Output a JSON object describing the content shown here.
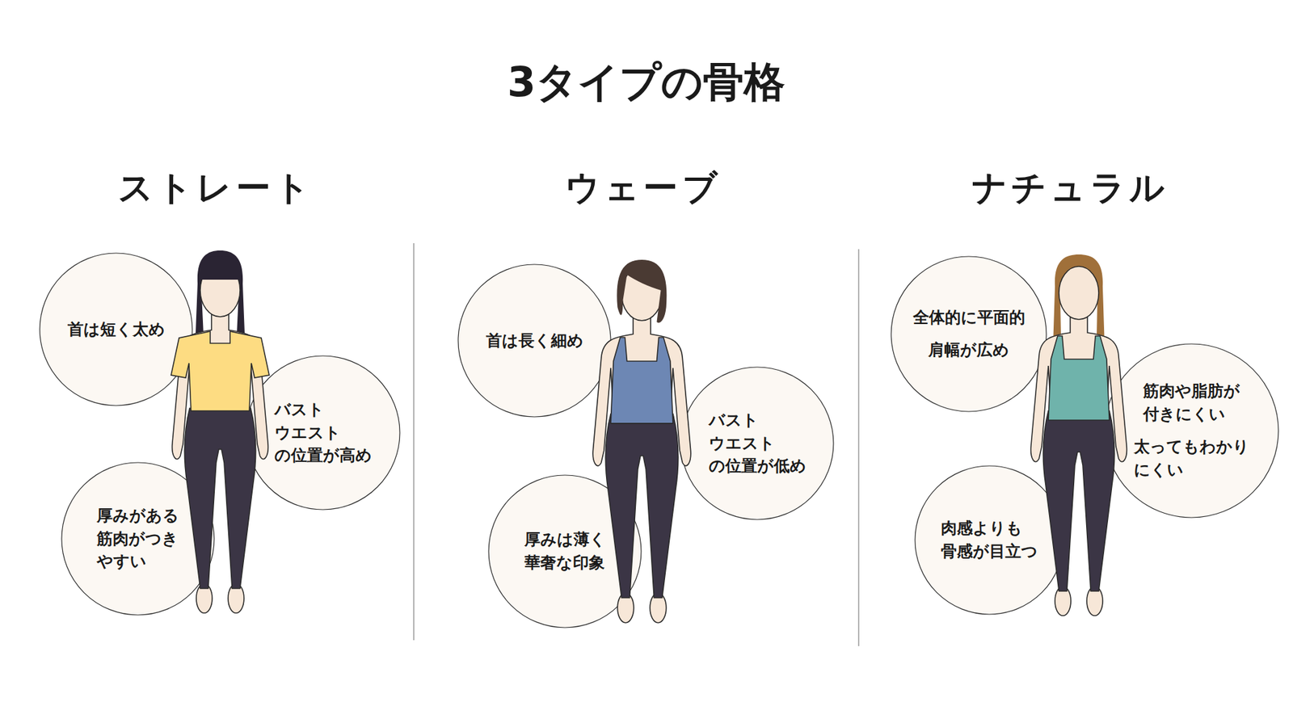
{
  "diagram": {
    "title": "3タイプの骨格",
    "nodes": [
      {
        "text": [
          "首は短く太め"
        ]
      },
      {
        "text": [
          "バスト ウエスト の位置が高め"
        ]
      },
      {
        "text": [
          "厚みがある 筋肉がつき やすい"
        ]
      },
      {
        "text": [
          "首は長く細め"
        ]
      },
      {
        "text": [
          "バスト ウエスト の位置が低め"
        ]
      },
      {
        "text": [
          "厚みは薄く 華奢な印象"
        ]
      },
      {
        "text": [
          "全体的に平面的",
          "肩幅が広め"
        ]
      },
      {
        "text": [
          "筋肉や脂肪が 付きにくい",
          "太ってもわかり にくい"
        ]
      },
      {
        "text": [
          "肉感よりも 骨感が目立つ"
        ]
      }
    ],
    "labels": [
      "ストレート",
      "ウェーブ",
      "ナチュラル"
    ]
  }
}
